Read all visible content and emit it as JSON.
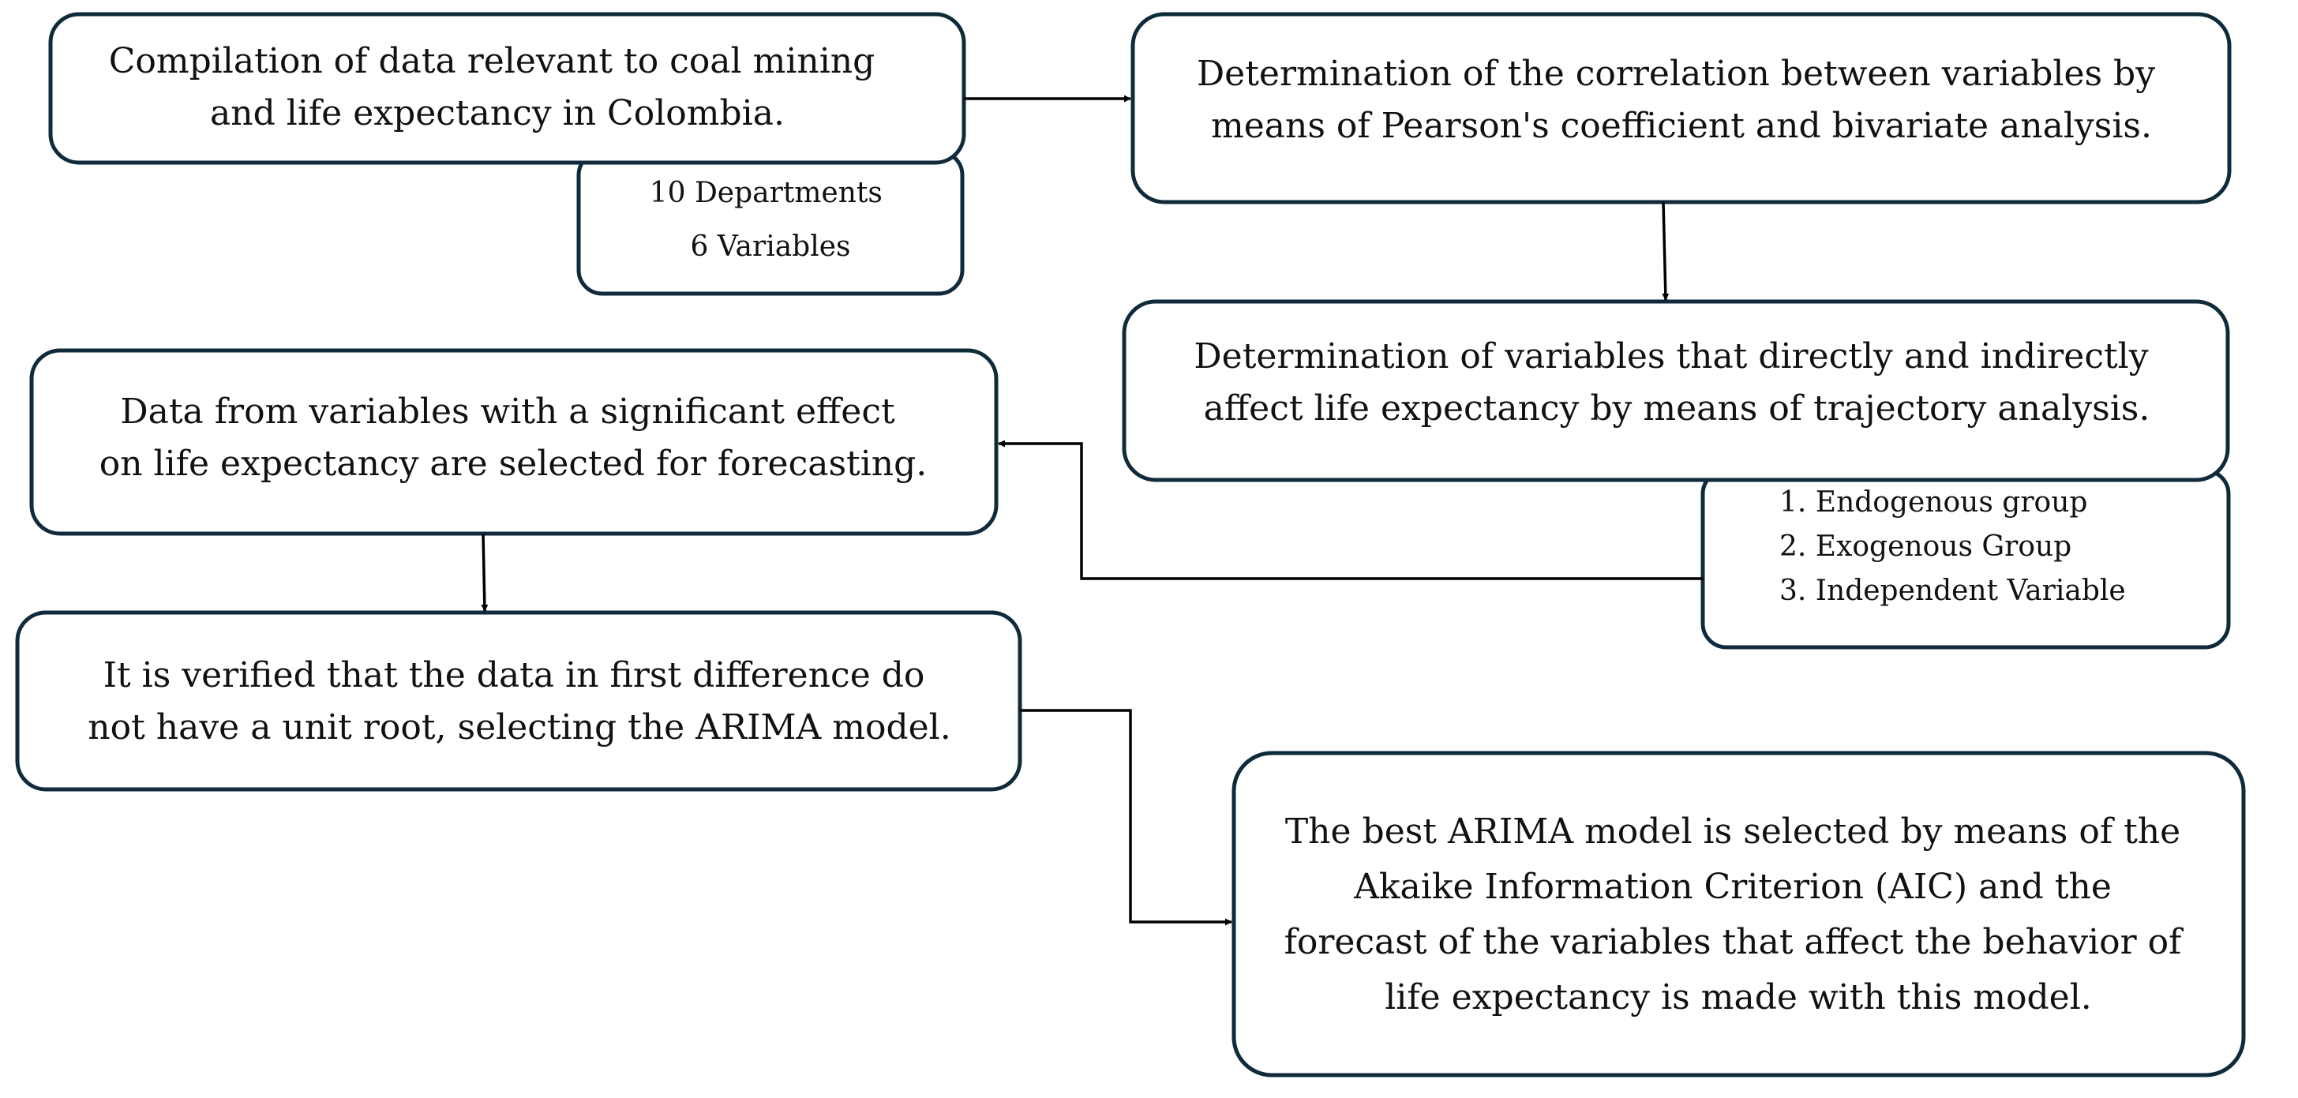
{
  "nodes": {
    "compilation": {
      "lines": [
        "Compilation of data relevant to coal mining",
        "and life expectancy in Colombia."
      ]
    },
    "compilation_sub": {
      "lines": [
        "10 Departments",
        "6 Variables"
      ]
    },
    "correlation": {
      "lines": [
        "Determination of the correlation between variables by",
        "means of Pearson's coefficient and bivariate analysis."
      ]
    },
    "trajectory": {
      "lines": [
        "Determination of variables that directly and indirectly",
        "affect life expectancy by means of trajectory analysis."
      ]
    },
    "trajectory_sub": {
      "lines": [
        "1. Endogenous group",
        "2. Exogenous Group",
        "3. Independent Variable"
      ]
    },
    "selected": {
      "lines": [
        "Data from variables with a significant effect",
        "on life expectancy are selected for forecasting."
      ]
    },
    "unit_root": {
      "lines": [
        "It is verified that the data in first difference do",
        "not have a unit root, selecting the ARIMA model."
      ]
    },
    "best_arima": {
      "lines": [
        "The best ARIMA model is selected by means of the",
        "Akaike Information Criterion (AIC) and the",
        "forecast of the variables that affect the behavior of",
        "life expectancy is made with this model."
      ]
    }
  },
  "edges": [
    {
      "from": "compilation",
      "to": "correlation"
    },
    {
      "from": "correlation",
      "to": "trajectory"
    },
    {
      "from": "trajectory_sub",
      "to": "selected"
    },
    {
      "from": "selected",
      "to": "unit_root"
    },
    {
      "from": "unit_root",
      "to": "best_arima"
    }
  ]
}
